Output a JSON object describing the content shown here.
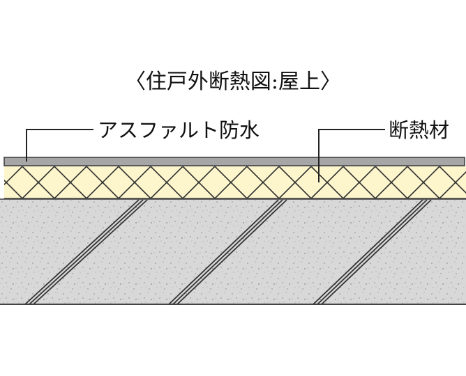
{
  "title": "〈住戸外断熱図:屋上〉",
  "labels": {
    "waterproofing": "アスファルト防水",
    "insulation": "断熱材"
  },
  "colors": {
    "waterproof_layer": "#a6a6a6",
    "insulation_fill": "#fdf6cc",
    "concrete_fill": "#d8d8d8",
    "concrete_speckle": "#8c8c8c",
    "line": "#333333"
  }
}
